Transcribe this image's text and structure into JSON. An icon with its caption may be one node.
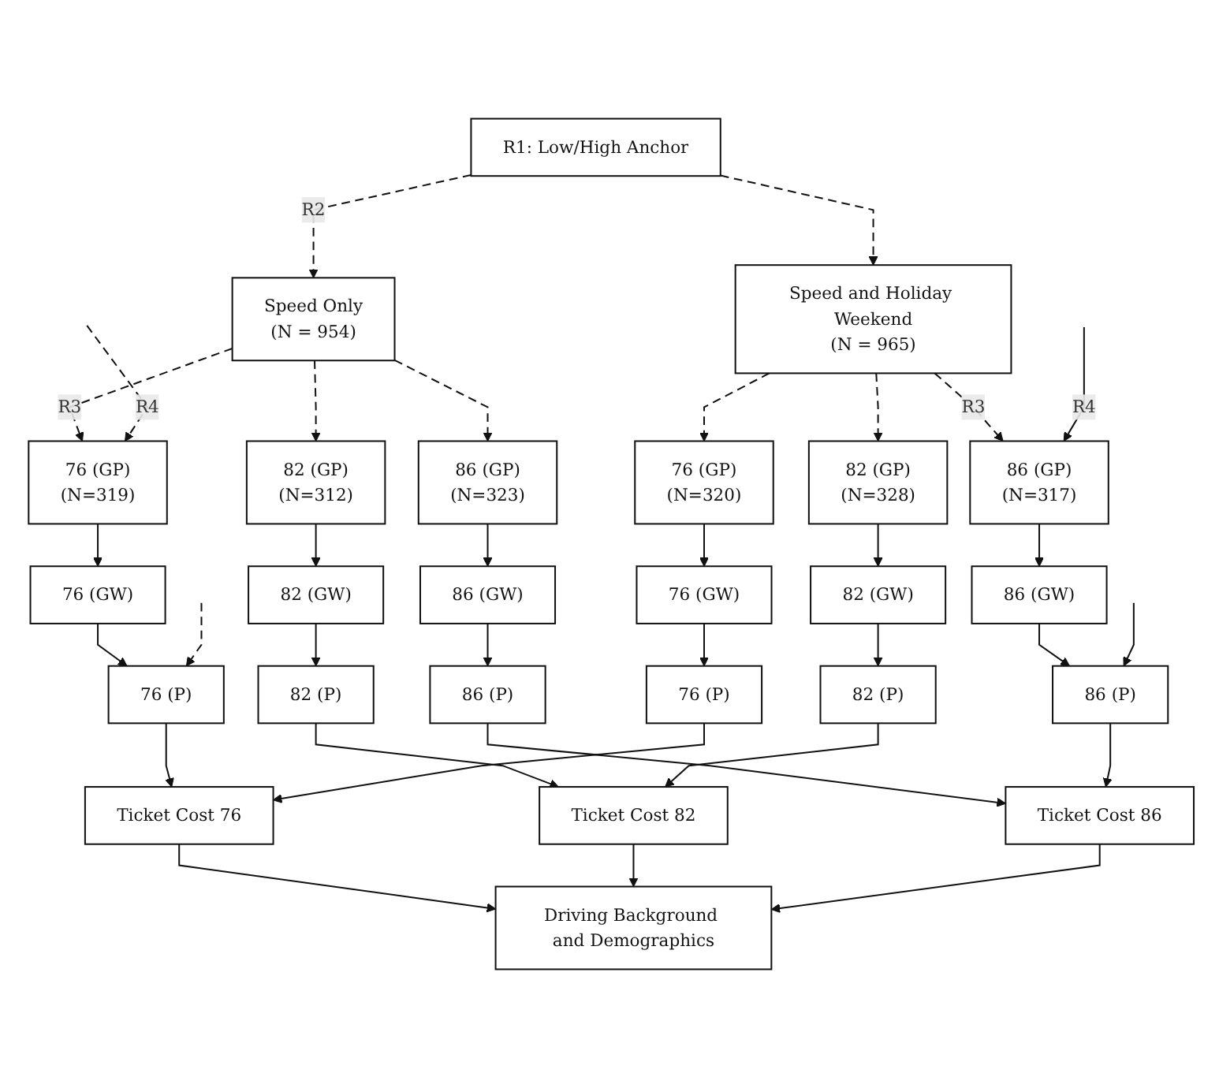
{
  "diagram": {
    "nodes": [
      {
        "text": [
          "R1: Low/High Anchor"
        ]
      },
      {
        "text": [
          "Speed Only",
          "(N = 954)"
        ]
      },
      {
        "text": [
          "Speed and Holiday Weekend",
          "(N = 965)"
        ]
      },
      {
        "text": [
          "76 (GP)",
          "(N=319)"
        ]
      },
      {
        "text": [
          "82 (GP)",
          "(N=312)"
        ]
      },
      {
        "text": [
          "86 (GP)",
          "(N=323)"
        ]
      },
      {
        "text": [
          "76 (GP)",
          "(N=320)"
        ]
      },
      {
        "text": [
          "82 (GP)",
          "(N=328)"
        ]
      },
      {
        "text": [
          "86 (GP)",
          "(N=317)"
        ]
      },
      {
        "text": [
          "76 (GW)"
        ]
      },
      {
        "text": [
          "82 (GW)"
        ]
      },
      {
        "text": [
          "86 (GW)"
        ]
      },
      {
        "text": [
          "76 (GW)"
        ]
      },
      {
        "text": [
          "82 (GW)"
        ]
      },
      {
        "text": [
          "86 (GW)"
        ]
      },
      {
        "text": [
          "76 (P)"
        ]
      },
      {
        "text": [
          "82 (P)"
        ]
      },
      {
        "text": [
          "86 (P)"
        ]
      },
      {
        "text": [
          "76 (P)"
        ]
      },
      {
        "text": [
          "82 (P)"
        ]
      },
      {
        "text": [
          "86 (P)"
        ]
      },
      {
        "text": [
          "Ticket Cost 76"
        ]
      },
      {
        "text": [
          "Ticket Cost 82"
        ]
      },
      {
        "text": [
          "Ticket Cost 86"
        ]
      },
      {
        "text": [
          "Driving Background and Demographics"
        ]
      }
    ],
    "edges": [
      {
        "from": 0,
        "to": 1,
        "arrow": "to",
        "style": "dashed",
        "label": "R2"
      },
      {
        "from": 0,
        "to": 2,
        "arrow": "to",
        "style": "dashed"
      },
      {
        "from": 1,
        "to": 3,
        "arrow": "to",
        "style": "dashed",
        "label": "R3"
      },
      {
        "from": 1,
        "to": 4,
        "arrow": "to",
        "style": "dashed"
      },
      {
        "from": 1,
        "to": 5,
        "arrow": "to",
        "style": "dashed"
      },
      {
        "from": 2,
        "to": 6,
        "arrow": "to",
        "style": "dashed"
      },
      {
        "from": 2,
        "to": 7,
        "arrow": "to",
        "style": "dashed"
      },
      {
        "from": 2,
        "to": 8,
        "arrow": "to",
        "style": "dashed",
        "label": "R3"
      },
      {
        "from": 3,
        "to": 9,
        "arrow": "to"
      },
      {
        "from": 4,
        "to": 10,
        "arrow": "to"
      },
      {
        "from": 5,
        "to": 11,
        "arrow": "to"
      },
      {
        "from": 6,
        "to": 12,
        "arrow": "to"
      },
      {
        "from": 7,
        "to": 13,
        "arrow": "to"
      },
      {
        "from": 8,
        "to": 14,
        "arrow": "to"
      },
      {
        "from": 9,
        "to": 15,
        "arrow": "to"
      },
      {
        "from": 10,
        "to": 16,
        "arrow": "to"
      },
      {
        "from": 11,
        "to": 17,
        "arrow": "to"
      },
      {
        "from": 12,
        "to": 18,
        "arrow": "to"
      },
      {
        "from": 13,
        "to": 19,
        "arrow": "to"
      },
      {
        "from": 14,
        "to": 20,
        "arrow": "to"
      },
      {
        "from": 15,
        "to": 21,
        "arrow": "to"
      },
      {
        "from": 16,
        "to": 22,
        "arrow": "to"
      },
      {
        "from": 17,
        "to": 23,
        "arrow": "to"
      },
      {
        "from": 18,
        "to": 21,
        "arrow": "to"
      },
      {
        "from": 19,
        "to": 22,
        "arrow": "to"
      },
      {
        "from": 20,
        "to": 23,
        "arrow": "to"
      },
      {
        "from": 21,
        "to": 24,
        "arrow": "to"
      },
      {
        "from": 22,
        "to": 24,
        "arrow": "to"
      },
      {
        "from": 23,
        "to": 24,
        "arrow": "to"
      },
      {
        "from": null,
        "to": 3,
        "arrow": "to",
        "style": "dashed",
        "label": "R4"
      },
      {
        "from": null,
        "to": 15,
        "arrow": "to",
        "style": "dashed"
      },
      {
        "from": null,
        "to": 8,
        "arrow": "to",
        "label": "R4"
      },
      {
        "from": null,
        "to": 20,
        "arrow": "to"
      }
    ]
  }
}
